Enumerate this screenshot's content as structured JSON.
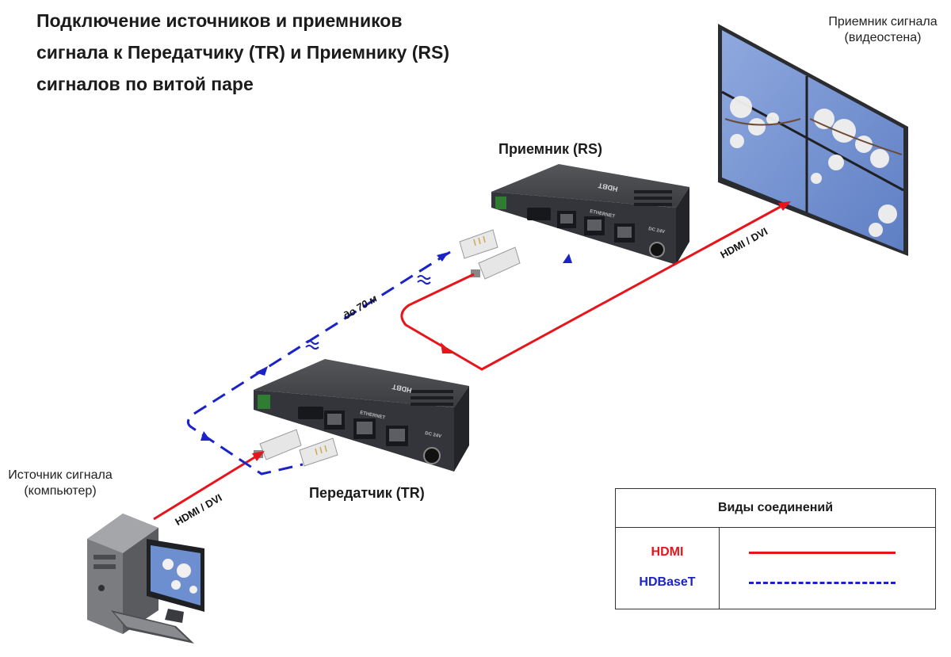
{
  "title_lines": [
    "Подключение источников и приемников",
    "сигнала к Передатчику (TR) и Приемнику (RS)",
    "сигналов по витой паре"
  ],
  "labels": {
    "receiver_device": "Приемник (RS)",
    "transmitter_device": "Передатчик (TR)",
    "display_line1": "Приемник сигнала",
    "display_line2": "(видеостена)",
    "source_line1": "Источник сигнала",
    "source_line2": "(компьютер)",
    "hdmi_dvi_top": "HDMI / DVI",
    "hdmi_dvi_bottom": "HDMI / DVI",
    "distance": "до 70 м",
    "brand": "HDBT",
    "port_ethernet": "ETHERNET",
    "port_power": "DC 24V"
  },
  "legend": {
    "title": "Виды соединений",
    "hdmi_label": "HDMI",
    "hdbaset_label": "HDBaseT"
  },
  "colors": {
    "hdmi": "#e8141b",
    "hdbaset": "#1a22c8"
  }
}
